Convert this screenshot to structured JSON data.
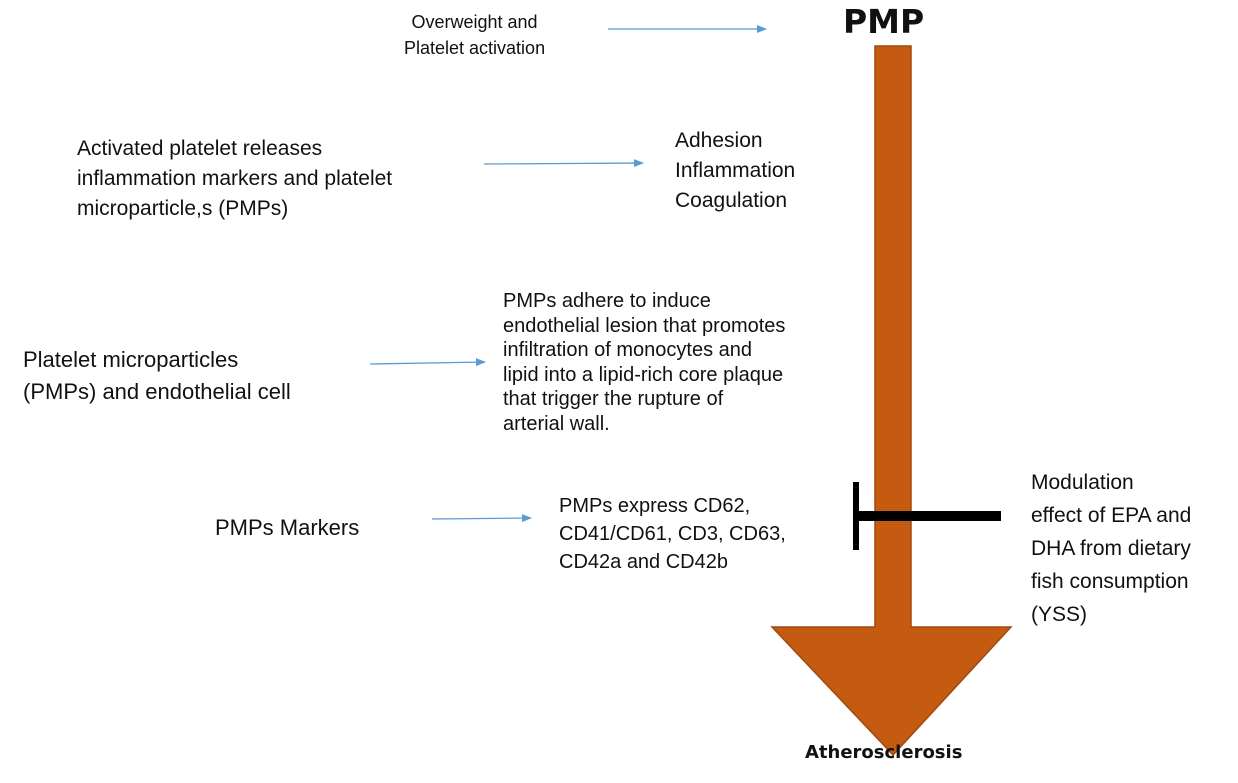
{
  "diagram": {
    "title": "PMP",
    "outcome_label": "Atherosclerosis",
    "overweight_lines": [
      "Overweight  and",
      "Platelet activation"
    ],
    "activated_lines": [
      "Activated platelet releases",
      "inflammation markers and platelet",
      "microparticle,s (PMPs)"
    ],
    "effects_lines": [
      "Adhesion",
      "Inflammation",
      "Coagulation"
    ],
    "pmps_endothelial_lines": [
      "Platelet microparticles",
      "(PMPs) and endothelial cell"
    ],
    "adhere_lines": [
      "PMPs adhere to induce",
      "endothelial lesion that promotes",
      "infiltration of monocytes and",
      "lipid into a lipid-rich core plaque",
      "that trigger the rupture of",
      "arterial wall."
    ],
    "markers_label": "PMPs Markers",
    "express_lines": [
      "PMPs express CD62,",
      "CD41/CD61, CD3, CD63,",
      "CD42a and CD42b"
    ],
    "modulation_lines": [
      "Modulation",
      "effect of EPA and",
      "DHA from dietary",
      "fish consumption",
      "(YSS)"
    ]
  },
  "colors": {
    "main_arrow_fill": "#C55A11",
    "main_arrow_stroke": "#A04A0E",
    "connector_arrow": "#5B9BD5",
    "inhibitor_bar": "#000000"
  }
}
